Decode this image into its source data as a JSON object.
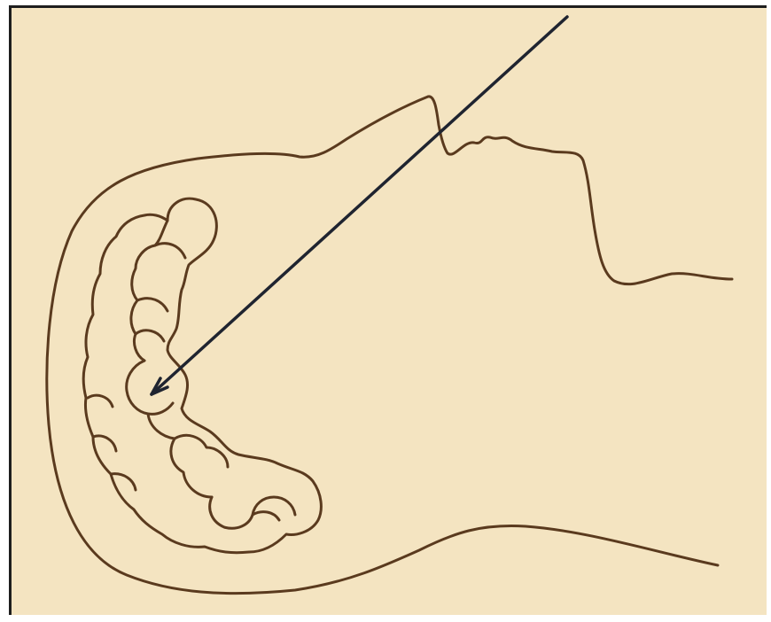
{
  "colors": {
    "background": "#f4e4c1",
    "outline": "#5a3a1e",
    "pointer": "#1f2430",
    "border": "#1e1e1e"
  },
  "figure": {
    "subject": "head-profile-with-brain",
    "elements": [
      "head-outline",
      "brain-gyri",
      "pointer-arrow"
    ],
    "labels": []
  }
}
